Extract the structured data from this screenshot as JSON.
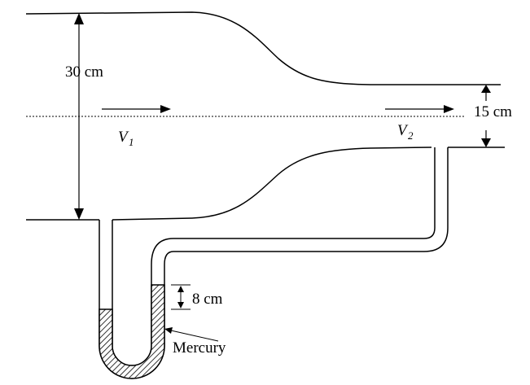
{
  "labels": {
    "diameter_1": "30 cm",
    "diameter_2": "15 cm",
    "velocity_1_symbol": "V",
    "velocity_1_subscript": "1",
    "velocity_2_symbol": "V",
    "velocity_2_subscript": "2",
    "manometer_reading": "8 cm",
    "fluid": "Mercury"
  },
  "colors": {
    "line": "#000000",
    "background": "#ffffff"
  }
}
